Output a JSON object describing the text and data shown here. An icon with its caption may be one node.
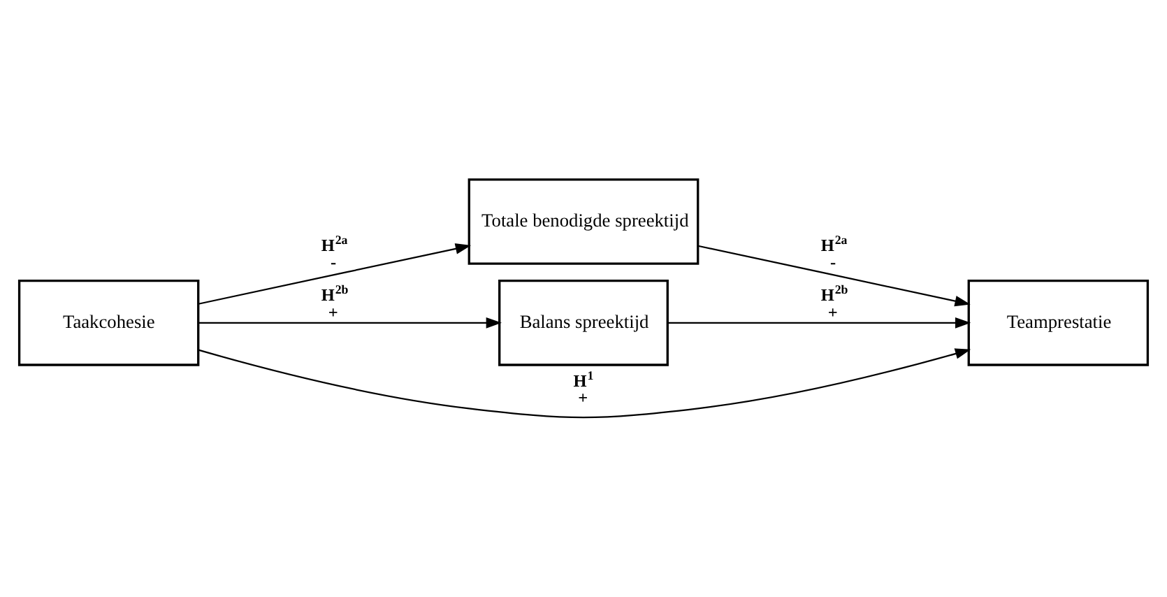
{
  "diagram": {
    "nodes": [
      {
        "text": [
          "Taakcohesie"
        ]
      },
      {
        "text": [
          "Totale benodigde spreektijd"
        ]
      },
      {
        "text": [
          "Balans spreektijd"
        ]
      },
      {
        "text": [
          "Teamprestatie"
        ]
      }
    ],
    "edges": [
      {
        "from": 0,
        "to": 1,
        "arrow": "to",
        "label": "H$^{2a}$ -"
      },
      {
        "from": 0,
        "to": 2,
        "arrow": "to",
        "label": "H$^{2b}$ +"
      },
      {
        "from": 1,
        "to": 3,
        "arrow": "to",
        "label": "H$^{2a}$ -"
      },
      {
        "from": 2,
        "to": 3,
        "arrow": "to",
        "label": "H$^{2b}$ +"
      },
      {
        "from": 0,
        "to": 3,
        "arrow": "to",
        "label": "H$^{1}$ +"
      }
    ]
  }
}
